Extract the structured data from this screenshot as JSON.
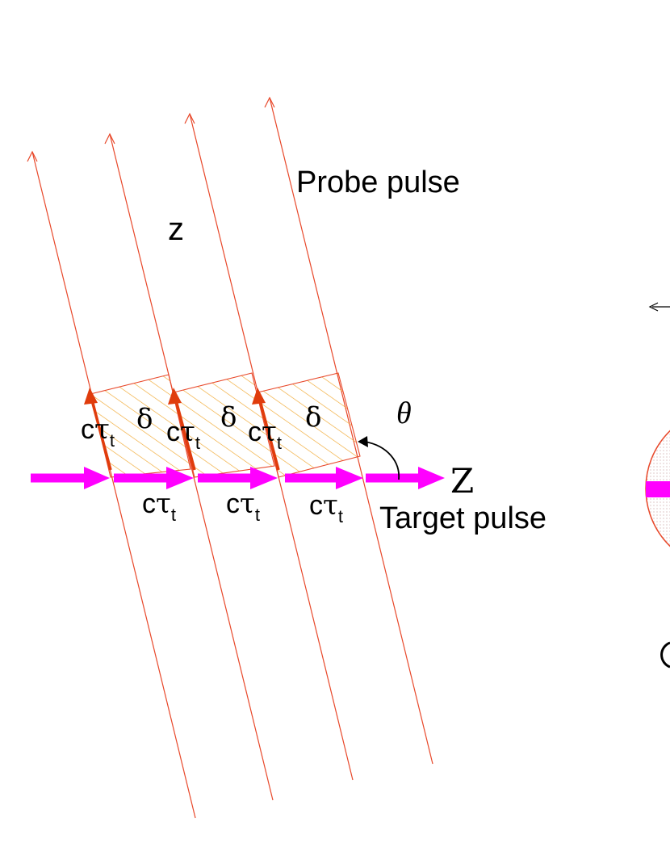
{
  "labels": {
    "probe_pulse": "Probe pulse",
    "target_pulse": "Target pulse",
    "z_lower": "z",
    "z_upper": "Z",
    "theta": "θ",
    "delta": "δ",
    "c_tau_t_c": "c",
    "c_tau_t_tau": "τ",
    "c_tau_t_sub": "t"
  },
  "colors": {
    "probe_line": "#e8482a",
    "probe_vector": "#e03c0c",
    "target_arrow": "#ff00ff",
    "hatch": "#f0a830",
    "circle_stroke": "#e8482a",
    "circle_fill": "#fbe8ea"
  }
}
